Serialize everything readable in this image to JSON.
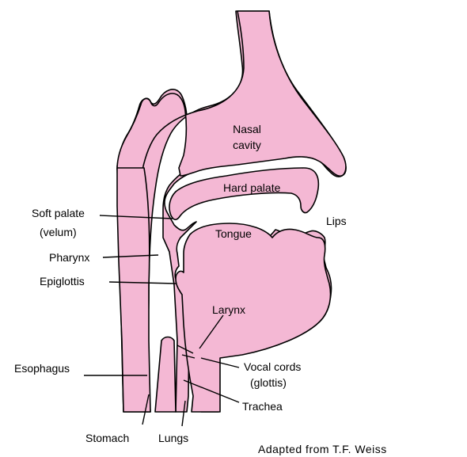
{
  "labels": {
    "nasal_cavity": [
      "Nasal",
      "cavity"
    ],
    "hard_palate": "Hard palate",
    "lips": "Lips",
    "soft_palate": [
      "Soft palate",
      "(velum)"
    ],
    "tongue": "Tongue",
    "pharynx": "Pharynx",
    "epiglottis": "Epiglottis",
    "larynx": "Larynx",
    "esophagus": "Esophagus",
    "vocal_cords": [
      "Vocal cords",
      "(glottis)"
    ],
    "trachea": "Trachea",
    "stomach": "Stomach",
    "lungs": "Lungs"
  },
  "credit": "Adapted from T.F. Weiss",
  "colors": {
    "tissue": "#f4b8d4",
    "outline": "#000000"
  }
}
